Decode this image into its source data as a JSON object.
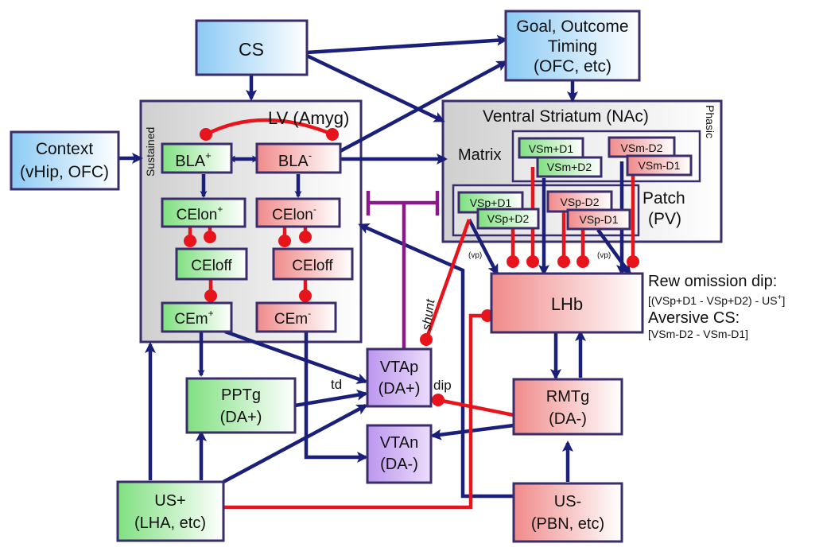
{
  "nodes": {
    "cs": "CS",
    "goal": [
      "Goal, Outcome",
      "Timing",
      "(OFC, etc)"
    ],
    "context": [
      "Context",
      "(vHip, OFC)"
    ],
    "lv": "LV (Amyg)",
    "sustained": "Sustained",
    "bla_plus": {
      "base": "BLA",
      "sup": "+"
    },
    "bla_minus": {
      "base": "BLA",
      "sup": "-"
    },
    "celon_plus": {
      "base": "CElon",
      "sup": "+"
    },
    "celon_minus": {
      "base": "CElon",
      "sup": "-"
    },
    "celoff_left": "CEloff",
    "celoff_right": "CEloff",
    "cem_plus": {
      "base": "CEm",
      "sup": "+"
    },
    "cem_minus": {
      "base": "CEm",
      "sup": "-"
    },
    "vs_title": "Ventral Striatum (NAc)",
    "phasic": "Phasic",
    "matrix": "Matrix",
    "patch": [
      "Patch",
      "(PV)"
    ],
    "vsm_d1": "VSm+D1",
    "vsm_d2": "VSm+D2",
    "vsm_minus_d2": "VSm-D2",
    "vsm_minus_d1": "VSm-D1",
    "vsp_d1": "VSp+D1",
    "vsp_d2": "VSp+D2",
    "vsp_minus_d2": "VSp-D2",
    "vsp_minus_d1": "VSp-D1",
    "lhb": "LHb",
    "vtap": [
      "VTAp",
      "(DA+)"
    ],
    "vtan": [
      "VTAn",
      "(DA-)"
    ],
    "pptg": [
      "PPTg",
      "(DA+)"
    ],
    "rmtg": [
      "RMTg",
      "(DA-)"
    ],
    "us_plus": [
      "US+",
      "(LHA, etc)"
    ],
    "us_minus": [
      "US-",
      "(PBN, etc)"
    ]
  },
  "labels": {
    "shunt": "shunt",
    "td": "td",
    "dip": "dip",
    "vp_left": "(vp)",
    "vp_right": "(vp)"
  },
  "annotations": {
    "rew_title": "Rew omission dip:",
    "rew_formula": "[(VSp+D1 - VSp+D2) - US",
    "rew_sup": "+",
    "rew_close": "]",
    "aversive_title": "Aversive CS:",
    "aversive_formula": "[VSm-D2 - VSm-D1]"
  },
  "colors": {
    "excitatory": "#1a1f7a",
    "inhibitory": "#e8141b",
    "shunt": "#8a1a8a",
    "blue_fill": "#9ccff2",
    "green_fill": "#8fe08f",
    "red_fill": "#f29a9a",
    "purple_fill": "#c8a6f0",
    "region_fill": "#d9d9d9"
  }
}
